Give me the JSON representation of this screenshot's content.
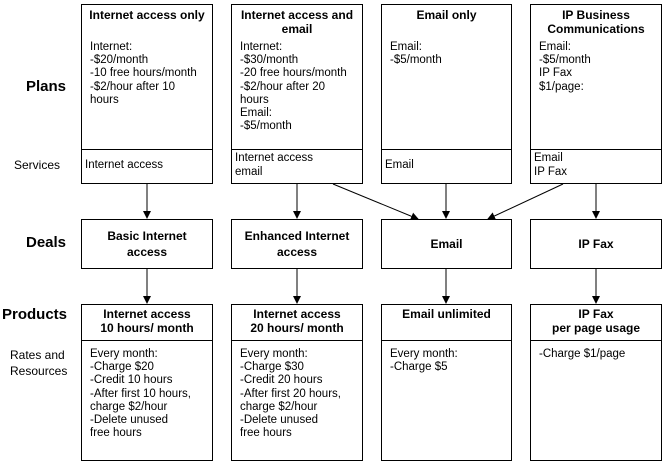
{
  "row_labels": {
    "plans": "Plans",
    "services": "Services",
    "deals": "Deals",
    "products": "Products",
    "rates": "Rates and\nResources"
  },
  "plans": [
    {
      "title": "Internet access only",
      "details": "Internet:\n-$20/month\n-10 free hours/month\n-$2/hour after 10\n  hours",
      "services": "Internet access"
    },
    {
      "title": "Internet access and\nemail",
      "details": "Internet:\n-$30/month\n-20 free hours/month\n-$2/hour after 20\n  hours\nEmail:\n-$5/month",
      "services": "Internet access\nemail"
    },
    {
      "title": "Email  only",
      "details": "Email:\n-$5/month",
      "services": "Email"
    },
    {
      "title": "IP Business\nCommunications",
      "details": "Email:\n-$5/month\nIP Fax\n$1/page:",
      "services": "Email\nIP Fax"
    }
  ],
  "deals": [
    {
      "label": "Basic Internet\naccess"
    },
    {
      "label": "Enhanced Internet\naccess"
    },
    {
      "label": "Email"
    },
    {
      "label": "IP Fax"
    }
  ],
  "products": [
    {
      "title": "Internet access\n10 hours/ month",
      "rates": "Every month:\n-Charge $20\n-Credit 10 hours\n-After first 10 hours,\n charge $2/hour\n-Delete unused\n  free hours"
    },
    {
      "title": "Internet access\n20 hours/ month",
      "rates": "Every month:\n-Charge $30\n-Credit 20 hours\n-After first 20 hours,\n charge $2/hour\n-Delete unused\n  free hours"
    },
    {
      "title": "Email unlimited",
      "rates": "Every month:\n-Charge $5"
    },
    {
      "title": "IP Fax\nper page usage",
      "rates": "-Charge $1/page"
    }
  ]
}
